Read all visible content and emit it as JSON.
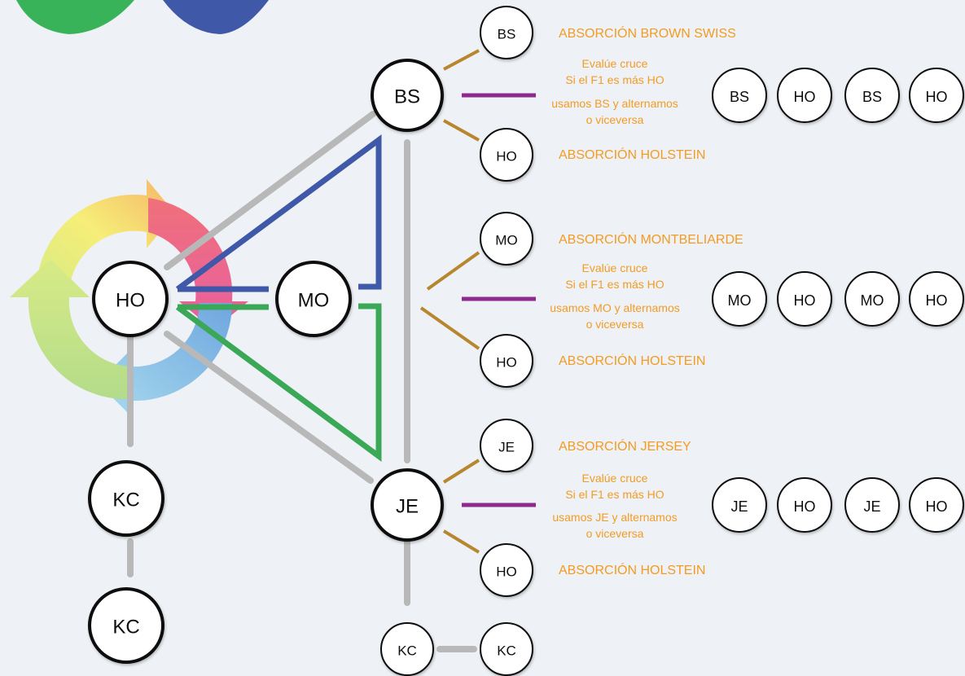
{
  "nodes": {
    "ho_main": "HO",
    "mo_main": "MO",
    "bs_main": "BS",
    "je_main": "JE",
    "kc_left_top": "KC",
    "kc_left_bottom": "KC",
    "kc_bottom_mid": "KC",
    "kc_bottom_right": "KC",
    "bs_top": "BS",
    "ho_bs_bottom": "HO",
    "mo_top": "MO",
    "ho_mo_bottom": "HO",
    "je_top": "JE",
    "ho_je_bottom": "HO"
  },
  "labels": {
    "abs_brown_swiss": "ABSORCIÓN BROWN SWISS",
    "abs_holstein_1": "ABSORCIÓN HOLSTEIN",
    "abs_montbeliarde": "ABSORCIÓN MONTBELIARDE",
    "abs_holstein_2": "ABSORCIÓN HOLSTEIN",
    "abs_jersey": "ABSORCIÓN JERSEY",
    "abs_holstein_3": "ABSORCIÓN HOLSTEIN"
  },
  "notes": {
    "bs": [
      "Evalúe cruce",
      "Si el F1 es más HO",
      "usamos BS y alternamos",
      "o viceversa"
    ],
    "mo": [
      "Evalúe cruce",
      "Si el F1 es más HO",
      "usamos MO y alternamos",
      "o viceversa"
    ],
    "je": [
      "Evalúe cruce",
      "Si el F1 es más HO",
      "usamos JE y alternamos",
      "o viceversa"
    ]
  },
  "sequences": {
    "bs": [
      "BS",
      "HO",
      "BS",
      "HO"
    ],
    "mo": [
      "MO",
      "HO",
      "MO",
      "HO"
    ],
    "je": [
      "JE",
      "HO",
      "JE",
      "HO"
    ]
  },
  "colors": {
    "gray_line": "#b8b8b8",
    "blue_line": "#3f58a8",
    "green_line": "#3aa856",
    "purple_line": "#8e2a8f",
    "brown_line": "#b8862e",
    "orange_text": "#f39b22"
  }
}
